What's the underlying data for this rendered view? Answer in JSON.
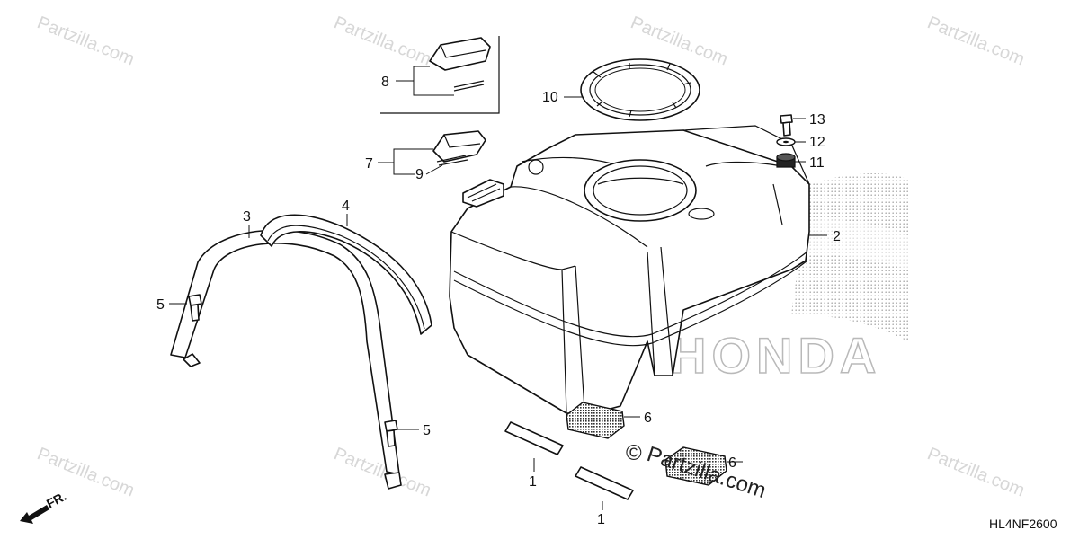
{
  "callouts": {
    "c1a": "1",
    "c1b": "1",
    "c2": "2",
    "c3": "3",
    "c4": "4",
    "c5a": "5",
    "c5b": "5",
    "c6a": "6",
    "c6b": "6",
    "c7": "7",
    "c8": "8",
    "c9": "9",
    "c10": "10",
    "c11": "11",
    "c12": "12",
    "c13": "13"
  },
  "watermark": {
    "small_text": "Partzilla.com",
    "copyright": "©",
    "center_text": "Partzilla.com"
  },
  "brand_mark": "HONDA",
  "front_label": "FR.",
  "diagram_code": "HL4NF2600",
  "colors": {
    "line": "#111111",
    "watermark": "#d7d7d7",
    "wing_dots": "#9a9a9a"
  }
}
